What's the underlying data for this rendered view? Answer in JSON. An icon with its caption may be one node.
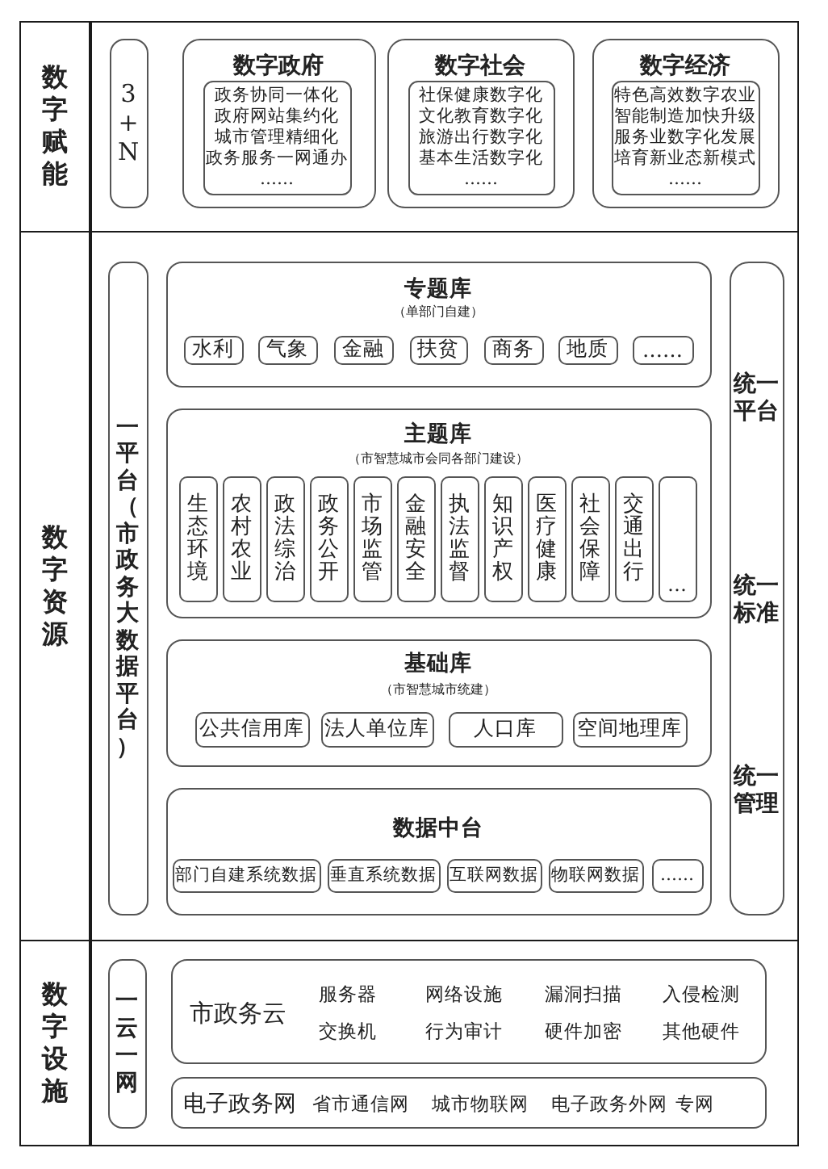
{
  "diagram": {
    "nodes": [
      {
        "text": [
          "数字赋能"
        ]
      },
      {
        "text": [
          "3 + N"
        ],
        "in": 0
      },
      {
        "text": [
          "数字政府"
        ],
        "in": 0
      },
      {
        "text": [
          "政务协同一体化",
          "政府网站集约化",
          "城市管理精细化",
          "政务服务一网通办",
          "……"
        ],
        "in": 2
      },
      {
        "text": [
          "数字社会"
        ],
        "in": 0
      },
      {
        "text": [
          "社保健康数字化",
          "文化教育数字化",
          "旅游出行数字化",
          "基本生活数字化",
          "……"
        ],
        "in": 4
      },
      {
        "text": [
          "数字经济"
        ],
        "in": 0
      },
      {
        "text": [
          "特色高效数字农业",
          "智能制造加快升级",
          "服务业数字化发展",
          "培育新业态新模式",
          "……"
        ],
        "in": 6
      },
      {
        "text": [
          "数字资源"
        ]
      },
      {
        "text": [
          "一平台（市政务大数据平台）"
        ],
        "in": 8
      },
      {
        "text": [
          "专题库",
          "（单部门自建）"
        ],
        "in": 8
      },
      {
        "text": [
          "水利"
        ],
        "in": 10
      },
      {
        "text": [
          "气象"
        ],
        "in": 10
      },
      {
        "text": [
          "金融"
        ],
        "in": 10
      },
      {
        "text": [
          "扶贫"
        ],
        "in": 10
      },
      {
        "text": [
          "商务"
        ],
        "in": 10
      },
      {
        "text": [
          "地质"
        ],
        "in": 10
      },
      {
        "text": [
          "……"
        ],
        "in": 10
      },
      {
        "text": [
          "主题库",
          "（市智慧城市会同各部门建设）"
        ],
        "in": 8
      },
      {
        "text": [
          "生态环境"
        ],
        "in": 18
      },
      {
        "text": [
          "农村农业"
        ],
        "in": 18
      },
      {
        "text": [
          "政法综治"
        ],
        "in": 18
      },
      {
        "text": [
          "政务公开"
        ],
        "in": 18
      },
      {
        "text": [
          "市场监管"
        ],
        "in": 18
      },
      {
        "text": [
          "金融安全"
        ],
        "in": 18
      },
      {
        "text": [
          "执法监督"
        ],
        "in": 18
      },
      {
        "text": [
          "知识产权"
        ],
        "in": 18
      },
      {
        "text": [
          "医疗健康"
        ],
        "in": 18
      },
      {
        "text": [
          "社会保障"
        ],
        "in": 18
      },
      {
        "text": [
          "交通出行"
        ],
        "in": 18
      },
      {
        "text": [
          "…"
        ],
        "in": 18
      },
      {
        "text": [
          "基础库",
          "（市智慧城市统建）"
        ],
        "in": 8
      },
      {
        "text": [
          "公共信用库"
        ],
        "in": 31
      },
      {
        "text": [
          "法人单位库"
        ],
        "in": 31
      },
      {
        "text": [
          "人口库"
        ],
        "in": 31
      },
      {
        "text": [
          "空间地理库"
        ],
        "in": 31
      },
      {
        "text": [
          "数据中台"
        ],
        "in": 8
      },
      {
        "text": [
          "部门自建系统数据"
        ],
        "in": 36
      },
      {
        "text": [
          "垂直系统数据"
        ],
        "in": 36
      },
      {
        "text": [
          "互联网数据"
        ],
        "in": 36
      },
      {
        "text": [
          "物联网数据"
        ],
        "in": 36
      },
      {
        "text": [
          "……"
        ],
        "in": 36
      },
      {
        "text": [
          "统一平台",
          "统一标准",
          "统一管理"
        ],
        "in": 8
      },
      {
        "text": [
          "数字设施"
        ]
      },
      {
        "text": [
          "一云一网"
        ],
        "in": 43
      },
      {
        "text": [
          "市政务云",
          "服务器",
          "网络设施",
          "漏洞扫描",
          "入侵检测",
          "交换机",
          "行为审计",
          "硬件加密",
          "其他硬件"
        ],
        "in": 43
      },
      {
        "text": [
          "电子政务网",
          "省市通信网",
          "城市物联网",
          "电子政务外网",
          "专网"
        ],
        "in": 43
      }
    ]
  }
}
